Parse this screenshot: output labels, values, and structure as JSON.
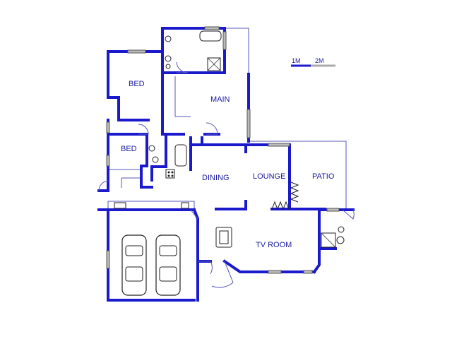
{
  "colors": {
    "wall": "#1a1acc",
    "label": "#1a1aa0",
    "background": "#ffffff"
  },
  "scale": {
    "label_1": "1M",
    "label_2": "2M"
  },
  "rooms": {
    "bed_top": "BED",
    "bed_left": "BED",
    "main": "MAIN",
    "dining": "DINING",
    "lounge": "LOUNGE",
    "patio": "PATIO",
    "tv_room": "TV ROOM"
  },
  "icons": [
    "car-icon",
    "toilet-icon",
    "bathtub-icon",
    "shower-icon",
    "stove-icon",
    "fireplace-icon",
    "door-swing-icon",
    "window-icon"
  ]
}
